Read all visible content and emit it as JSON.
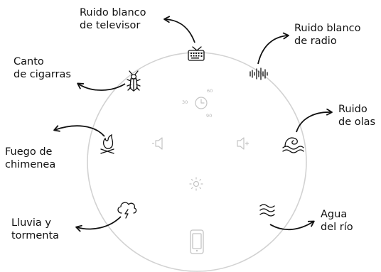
{
  "labels": {
    "tv": "Ruido blanco\nde televisor",
    "radio": "Ruido blanco\nde radio",
    "cicadas": "Canto\nde cigarras",
    "waves": "Ruido\nde olas",
    "fire": "Fuego de\nchimenea",
    "storm": "Lluvia y\ntormenta",
    "river": "Agua\ndel río"
  },
  "timer_options": {
    "t30": "30",
    "t60": "60",
    "t90": "90"
  },
  "icons": {
    "tv": "television-icon",
    "radio": "radio-waveform-icon",
    "cicadas": "cicada-icon",
    "waves": "ocean-wave-icon",
    "fire": "campfire-icon",
    "storm": "storm-cloud-icon",
    "river": "river-water-icon",
    "timer": "timer-clock-icon",
    "volume_down": "volume-down-icon",
    "volume_up": "volume-up-icon",
    "light": "light-sun-icon",
    "phone": "phone-icon"
  },
  "colors": {
    "device_outline": "#d2d2d2",
    "faint_icon": "#c4c4c4",
    "ink": "#111111"
  }
}
